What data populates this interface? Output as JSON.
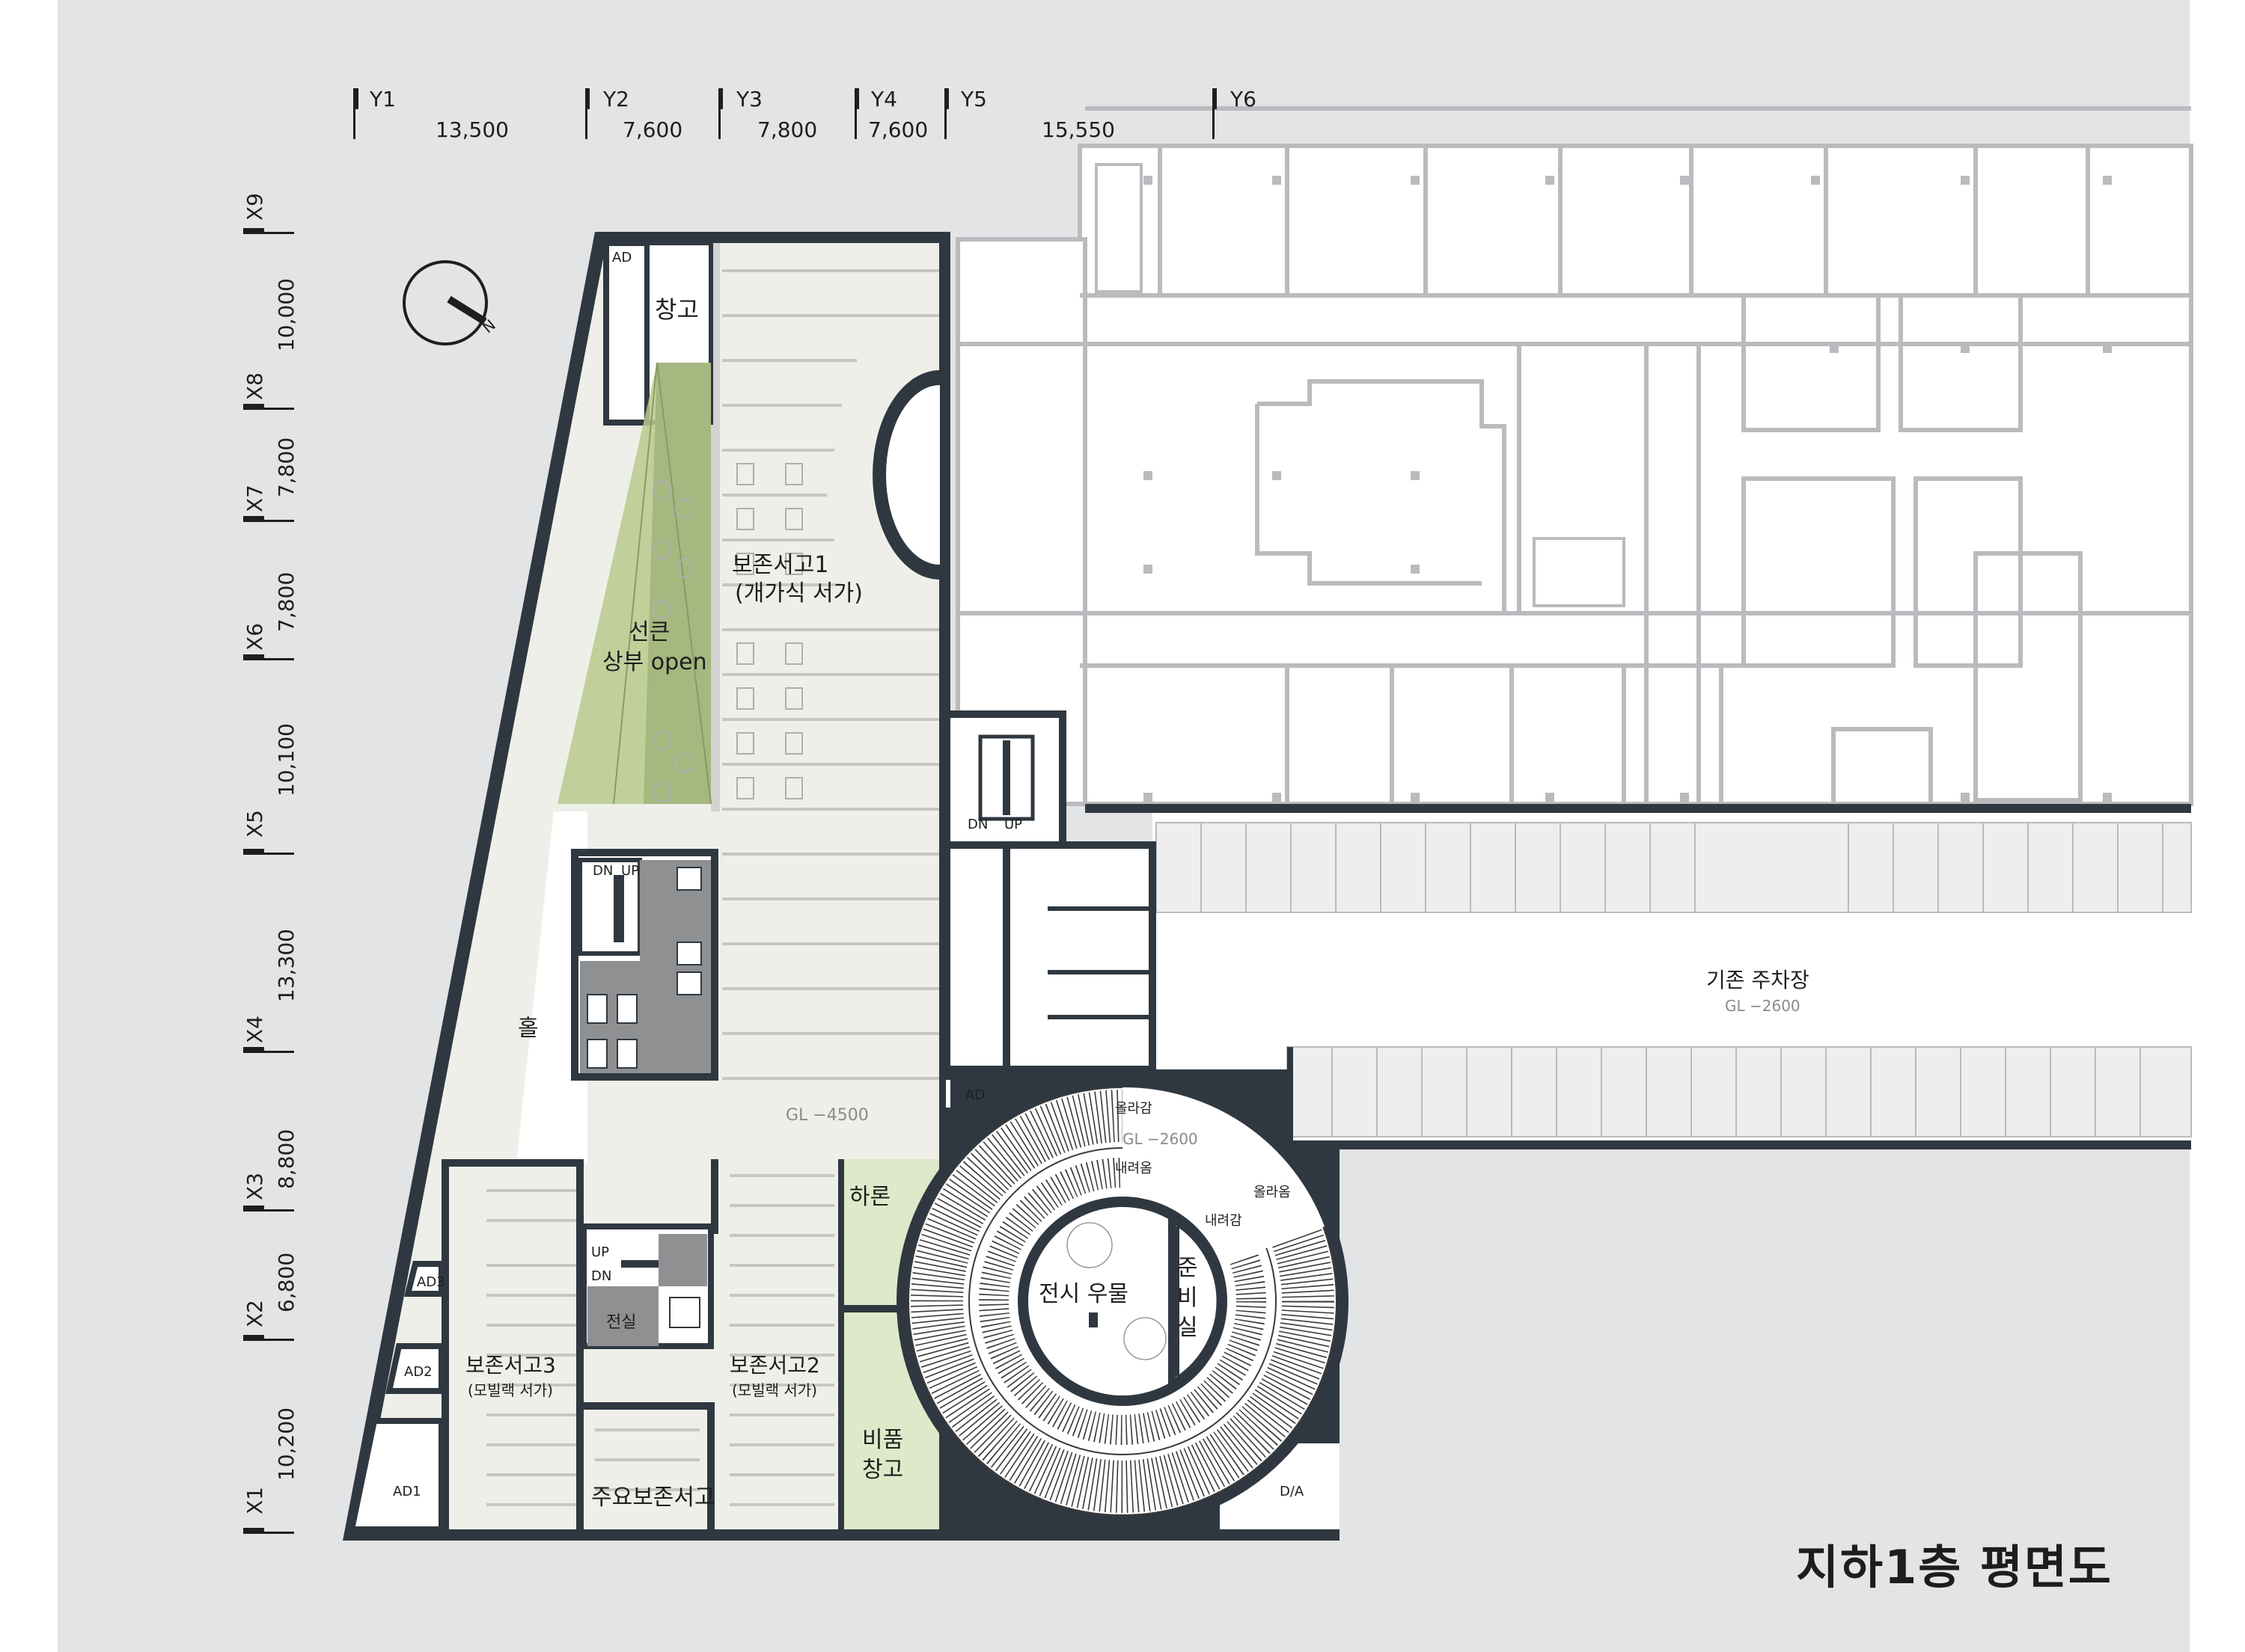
{
  "drawing_title": "지하1층 평면도",
  "grid_y": {
    "markers": [
      "Y1",
      "Y2",
      "Y3",
      "Y4",
      "Y5",
      "Y6"
    ],
    "spans": [
      "13,500",
      "7,600",
      "7,800",
      "7,600",
      "15,550"
    ]
  },
  "grid_x": {
    "markers": [
      "X1",
      "X2",
      "X3",
      "X4",
      "X5",
      "X6",
      "X7",
      "X8",
      "X9"
    ],
    "spans": [
      "10,200",
      "6,800",
      "8,800",
      "13,300",
      "10,100",
      "7,800",
      "7,800",
      "10,000"
    ]
  },
  "north_label": "N",
  "rooms": {
    "storage_top": "창고",
    "storage1_name": "보존서고1",
    "storage1_sub": "(개가식 서가)",
    "sunken_line1": "선큰",
    "sunken_line2": "상부 open",
    "hall": "홀",
    "gl_main": "GL −4500",
    "storage3_name": "보존서고3",
    "storage3_sub": "(모빌랙 서가)",
    "storage2_name": "보존서고2",
    "storage2_sub": "(모빌랙 서가)",
    "main_storage": "주요보존서고",
    "elec_room": "전실",
    "unloading": "하론",
    "valuables_line1": "비품",
    "valuables_line2": "창고",
    "exhibit": "전시 우물",
    "prep_line1": "준",
    "prep_line2": "비",
    "prep_line3": "실",
    "parking": "기존 주차장",
    "parking_gl": "GL −2600",
    "ramp_gl": "GL −2600",
    "ramp_up_in": "올라감",
    "ramp_down_in": "내려옴",
    "ramp_up_out": "올라옴",
    "ramp_down_out": "내려감"
  },
  "tags": {
    "ad": "AD",
    "ad1": "AD1",
    "ad2": "AD2",
    "ad3": "AD3",
    "ad_mid": "AD",
    "da": "D/A",
    "dn": "DN",
    "up": "UP"
  },
  "colors": {
    "wall": "#2f3840",
    "existing_line": "#b9bbbe",
    "sheet_bg": "#e3e4e6",
    "floor": "#efefe9",
    "wet_area": "#8f9092",
    "sunken_green": "#b8c98d",
    "green_room": "#dfe9c9",
    "shelf": "#c7c7c0"
  }
}
